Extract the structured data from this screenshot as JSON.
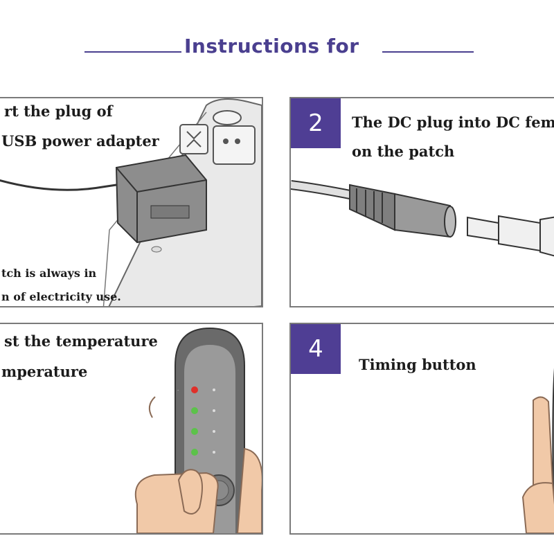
{
  "header": {
    "title": "Instructions for"
  },
  "panels": [
    {
      "lines": [
        "rt the plug of",
        "USB power adapter"
      ],
      "note_lines": [
        "tch is always in",
        "n of electricity use."
      ]
    },
    {
      "step": "2",
      "lines": [
        "The DC plug into DC fem",
        "on the patch"
      ]
    },
    {
      "lines": [
        "st the temperature",
        "mperature"
      ],
      "led_colors": [
        "#e0302a",
        "#5cc24a",
        "#5cc24a",
        "#5cc24a"
      ]
    },
    {
      "step": "4",
      "lines": [
        "Timing button"
      ]
    }
  ],
  "colors": {
    "accent": "#4f3e94",
    "panel_border": "#7a7a7a"
  }
}
